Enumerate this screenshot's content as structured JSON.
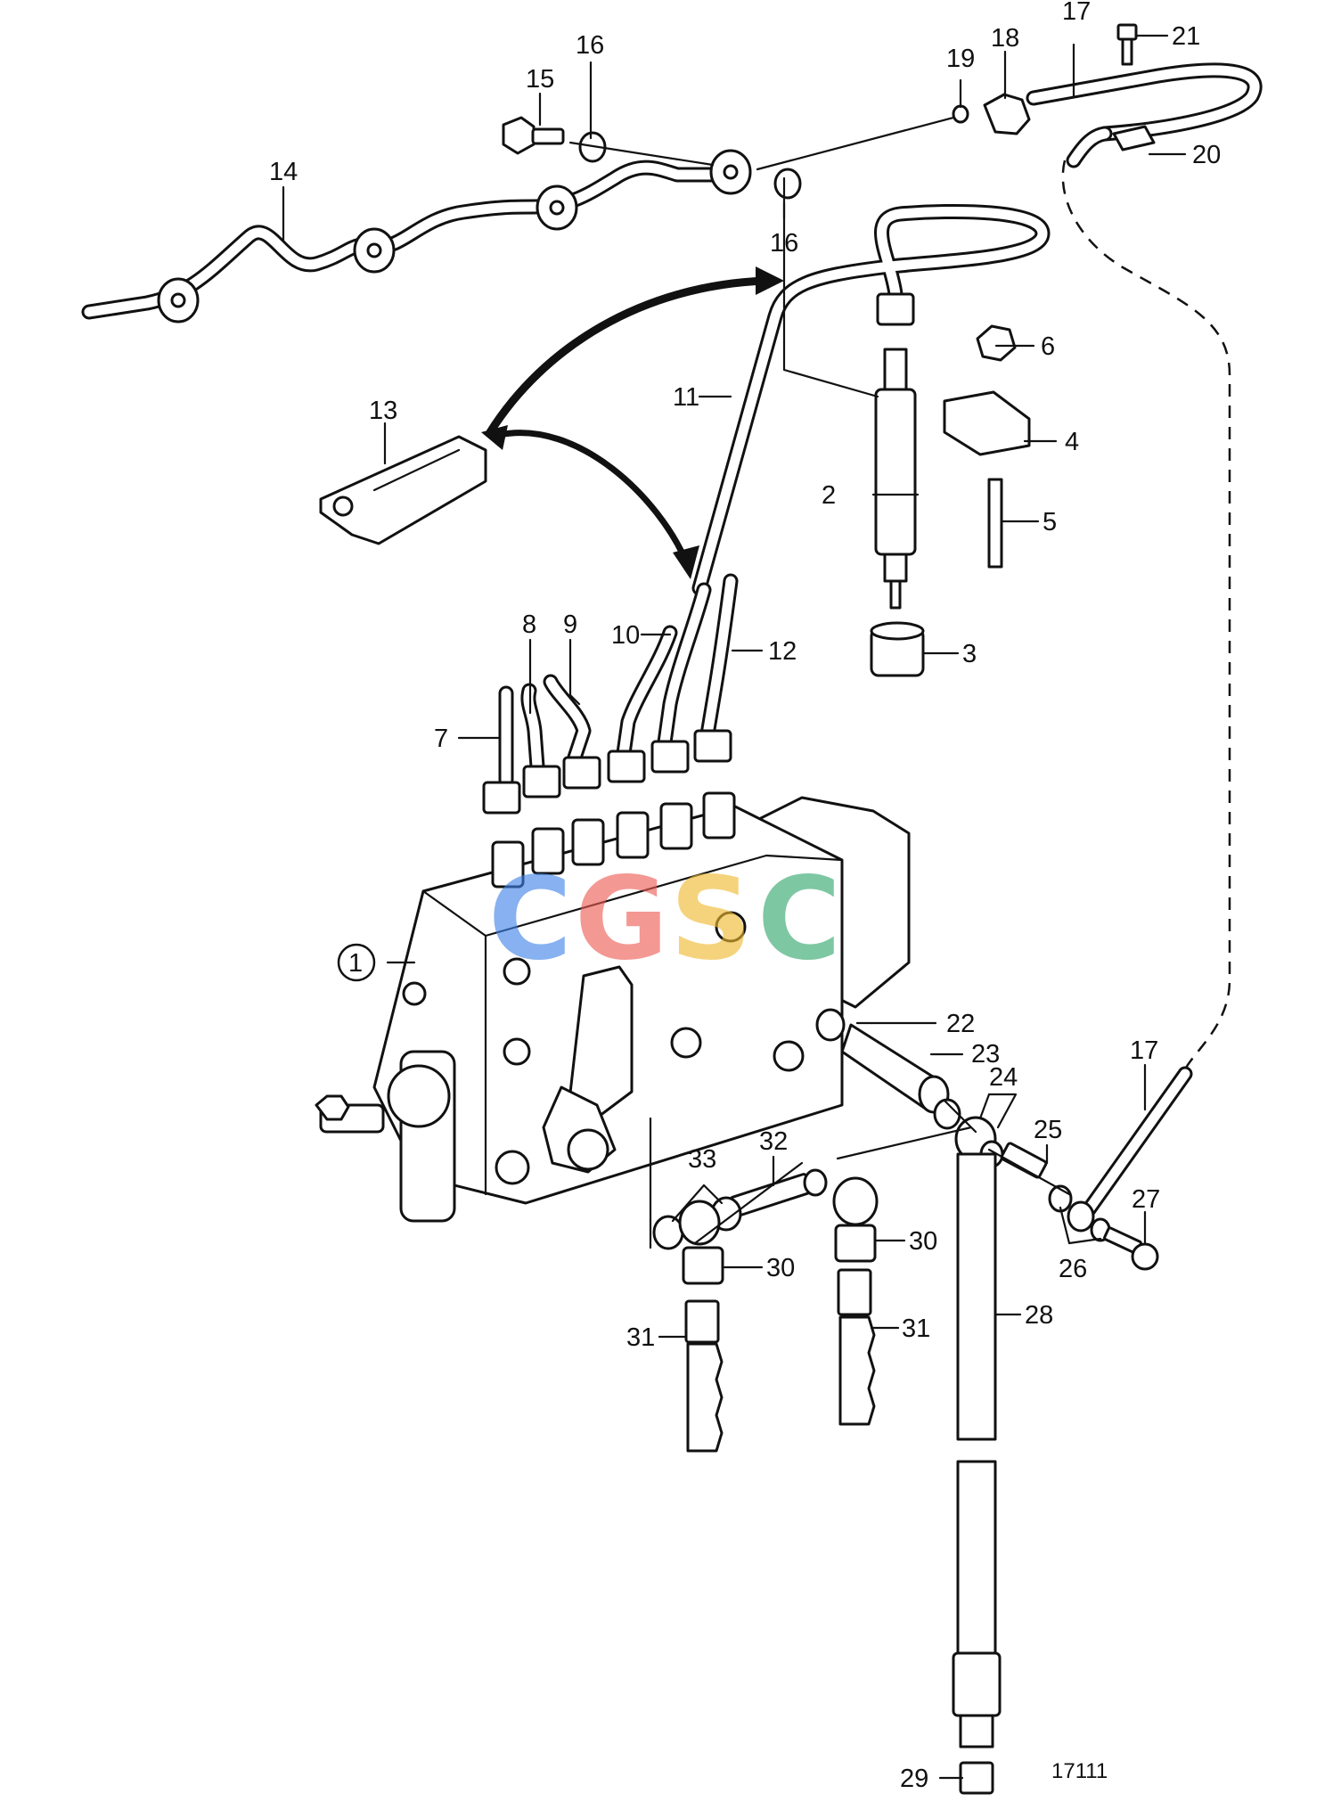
{
  "drawing_number": "17111",
  "watermark": [
    "C",
    "G",
    "S",
    "C"
  ],
  "watermark_colors": [
    "#3f82e8",
    "#ec5a52",
    "#f0b92e",
    "#2ea66a"
  ],
  "labels": [
    "1",
    "2",
    "3",
    "4",
    "5",
    "6",
    "7",
    "8",
    "9",
    "10",
    "11",
    "12",
    "13",
    "14",
    "15",
    "16",
    "16",
    "17",
    "17",
    "18",
    "19",
    "20",
    "21",
    "22",
    "23",
    "24",
    "25",
    "26",
    "27",
    "28",
    "29",
    "30",
    "30",
    "31",
    "31",
    "32",
    "33"
  ]
}
